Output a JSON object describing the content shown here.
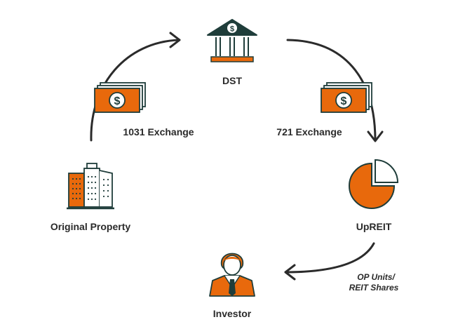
{
  "nodes": {
    "dst": "DST",
    "original_property": "Original Property",
    "upreit": "UpREIT",
    "investor": "Investor"
  },
  "edges": {
    "left": "1031 Exchange",
    "right": "721 Exchange",
    "bottom_line1": "OP Units/",
    "bottom_line2": "REIT Shares"
  },
  "colors": {
    "accent": "#E8690C",
    "dark": "#1F3D3A",
    "text": "#2A2A2A"
  }
}
